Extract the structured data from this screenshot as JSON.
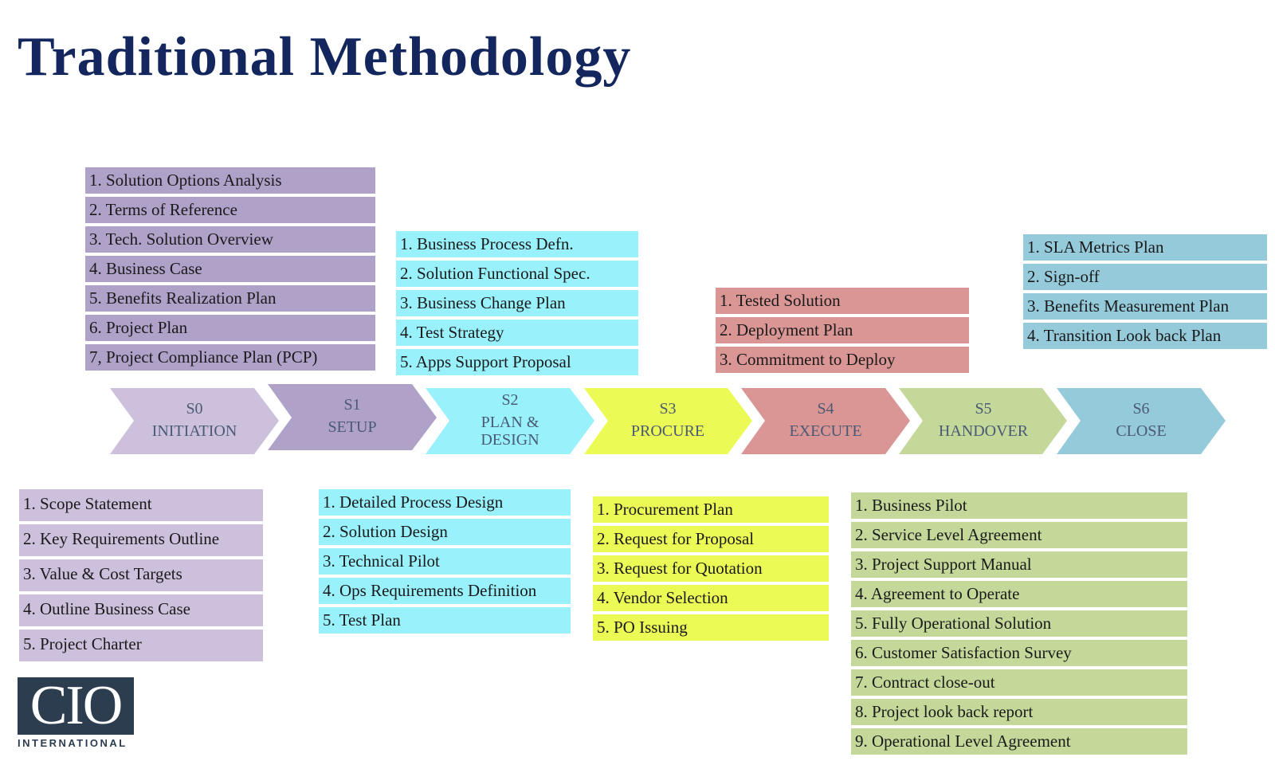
{
  "title": "Traditional Methodology",
  "colors": {
    "title": "#13275e",
    "s0": "#cdc0dc",
    "s1": "#b0a1c9",
    "s2": "#99f1fb",
    "s3": "#ecfa55",
    "s4": "#da9595",
    "s5": "#c4d89a",
    "s6": "#95cadb"
  },
  "stages": [
    {
      "code": "S0",
      "name": "INITIATION"
    },
    {
      "code": "S1",
      "name": "SETUP"
    },
    {
      "code": "S2",
      "name": "PLAN &",
      "name2": "DESIGN"
    },
    {
      "code": "S3",
      "name": "PROCURE"
    },
    {
      "code": "S4",
      "name": "EXECUTE"
    },
    {
      "code": "S5",
      "name": "HANDOVER"
    },
    {
      "code": "S6",
      "name": "CLOSE"
    }
  ],
  "lists": {
    "s1_top": [
      "1. Solution Options Analysis",
      "2. Terms of Reference",
      "3. Tech. Solution Overview",
      "4. Business Case",
      "5. Benefits Realization Plan",
      "6. Project Plan",
      "7, Project Compliance Plan (PCP)"
    ],
    "s2_top": [
      "1. Business Process Defn.",
      "2. Solution Functional Spec.",
      "3. Business Change Plan",
      "4. Test Strategy",
      "5. Apps Support Proposal"
    ],
    "s4_top": [
      "1. Tested Solution",
      "2. Deployment Plan",
      "3. Commitment to Deploy"
    ],
    "s6_top": [
      "1. SLA Metrics Plan",
      "2. Sign-off",
      "3. Benefits Measurement Plan",
      "4. Transition Look back Plan"
    ],
    "s0_bottom": [
      "1. Scope Statement",
      "2. Key Requirements Outline",
      "3. Value & Cost Targets",
      "4. Outline Business Case",
      "5. Project Charter"
    ],
    "s2_bottom": [
      "1. Detailed Process Design",
      "2. Solution Design",
      "3. Technical Pilot",
      "4. Ops Requirements Definition",
      "5. Test Plan"
    ],
    "s3_bottom": [
      "1. Procurement Plan",
      "2. Request for Proposal",
      "3. Request for Quotation",
      "4. Vendor Selection",
      "5. PO Issuing"
    ],
    "s5_bottom": [
      "1. Business Pilot",
      "2. Service Level Agreement",
      "3. Project Support Manual",
      "4. Agreement to Operate",
      "5. Fully Operational Solution",
      "6. Customer Satisfaction Survey",
      "7. Contract close-out",
      "8. Project look back report",
      "9. Operational Level Agreement"
    ]
  },
  "logo": {
    "text": "CIO",
    "subtitle": "INTERNATIONAL"
  }
}
